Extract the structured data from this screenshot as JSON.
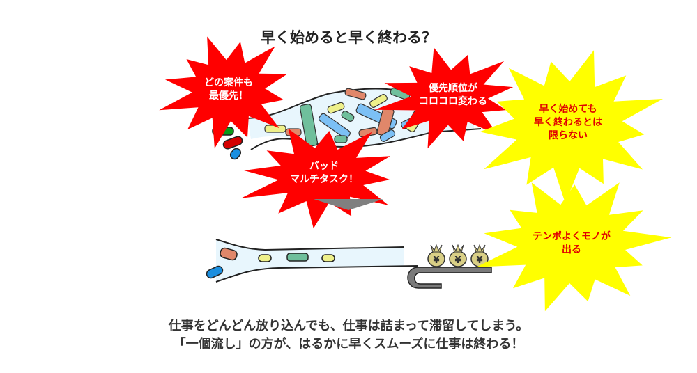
{
  "title": "早く始めると早く終わる？",
  "bursts": {
    "top_left": [
      "どの案件も",
      "最優先！"
    ],
    "bottom_middle": [
      "バッド",
      "マルチタスク！"
    ],
    "top_right": [
      "優先順位が",
      "コロコロ変わる"
    ],
    "yellow_top": [
      "早く始めても",
      "早く終わるとは",
      "限らない"
    ],
    "yellow_bottom": [
      "テンポよくモノが",
      "出る"
    ]
  },
  "money_bag_symbol": "¥",
  "caption": [
    "仕事をどんどん放り込んでも、仕事は詰まって滞留してしまう。",
    "「一個流し」の方が、はるかに早くスムーズに仕事は終わる！"
  ],
  "colors": {
    "red": "#ff0000",
    "yellow": "#ffff00",
    "arrow": "#808080",
    "tube": "#e8f6fd"
  }
}
